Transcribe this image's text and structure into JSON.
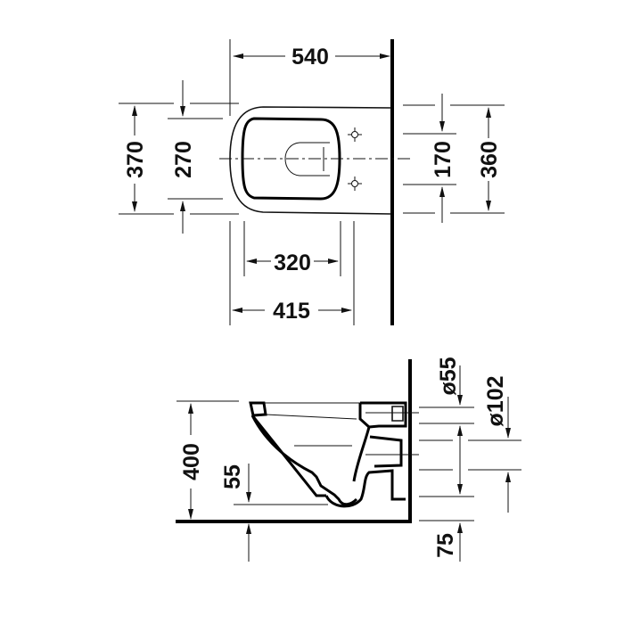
{
  "top_view": {
    "dimensions": {
      "overall_length": "540",
      "overall_width": "370",
      "seat_opening_width": "270",
      "bolt_spacing": "170",
      "rear_width": "360",
      "seat_bolt_to_front": "320",
      "bolt_to_front": "415"
    }
  },
  "side_view": {
    "dimensions": {
      "rim_height": "400",
      "outlet_height": "55",
      "inlet_diameter": "ø55",
      "outlet_diameter": "ø102",
      "floor_offset": "75"
    }
  },
  "colors": {
    "line": "#111111",
    "background": "#ffffff"
  }
}
